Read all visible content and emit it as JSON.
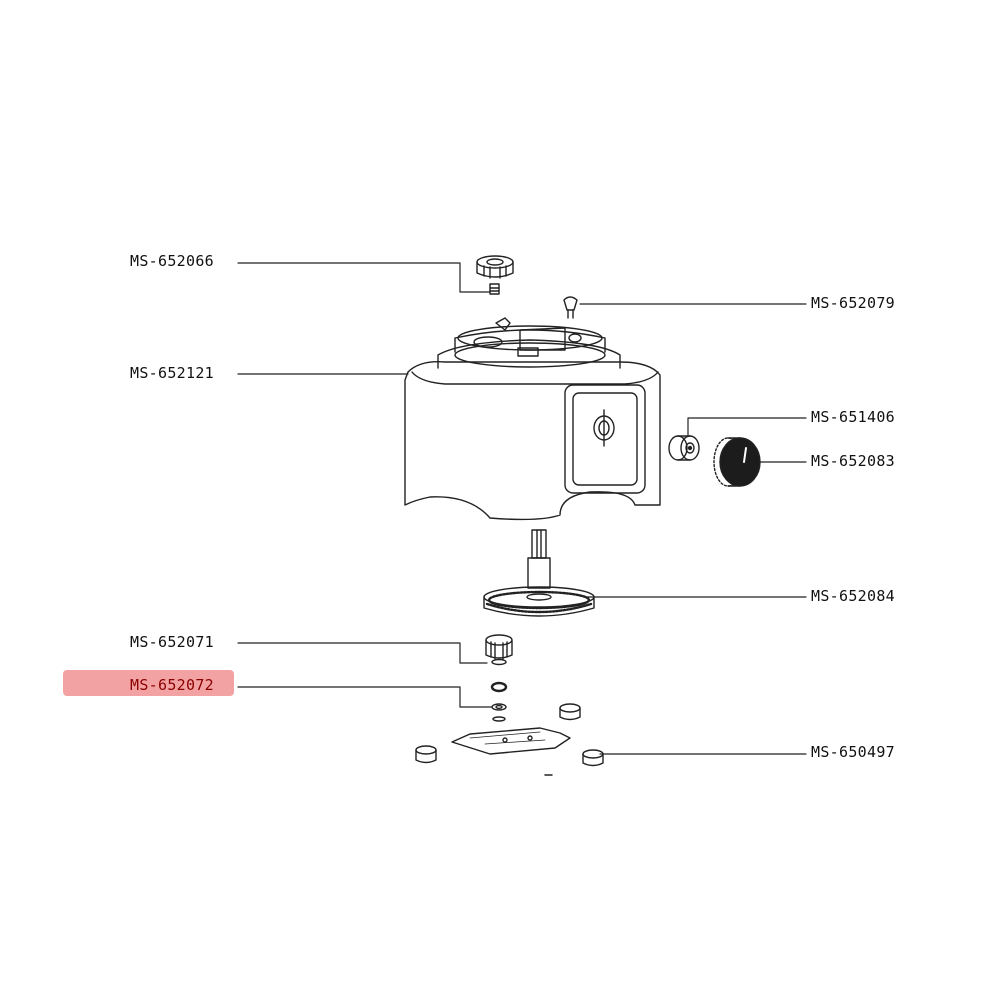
{
  "diagram": {
    "parts": {
      "cap_screw": "MS-652066",
      "small_screw": "MS-652079",
      "housing": "MS-652121",
      "knob_insert": "MS-651406",
      "speed_knob": "MS-652083",
      "gear_shaft": "MS-652084",
      "small_gear": "MS-652071",
      "o_ring_washer": "MS-652072",
      "base_plate_feet": "MS-650497"
    },
    "highlighted_part": "MS-652072",
    "highlight_color": "#f19898"
  }
}
